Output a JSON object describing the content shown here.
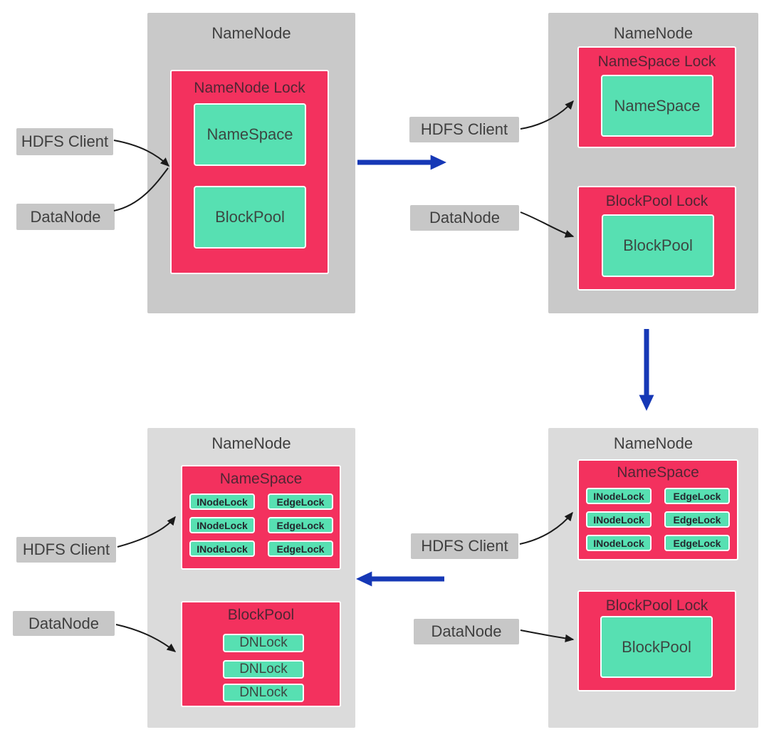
{
  "colors": {
    "page_background": "#ffffff",
    "panel_gray_top": "#c9c9c9",
    "panel_gray_bottom": "#dbdbdb",
    "label_gray": "#c7c7c7",
    "lock_pink": "#f3315e",
    "inner_teal": "#57e0b2",
    "panel_title_text": "#3f3f3f",
    "label_text": "#3f3f3f",
    "pink_title_text": "#512634",
    "teal_text": "#3c4742",
    "small_lock_text": "#23282e",
    "flow_arrow_blue": "#1638b6",
    "connector_black": "#1a1a1a",
    "box_border_white": "#ffffff"
  },
  "stages": [
    {
      "position": "top-left",
      "panel_title": "NameNode",
      "client_label": "HDFS Client",
      "datanode_label": "DataNode",
      "locks": [
        {
          "title": "NameNode Lock",
          "items": [
            "NameSpace",
            "BlockPool"
          ]
        }
      ]
    },
    {
      "position": "top-right",
      "panel_title": "NameNode",
      "client_label": "HDFS Client",
      "datanode_label": "DataNode",
      "locks": [
        {
          "title": "NameSpace Lock",
          "items": [
            "NameSpace"
          ]
        },
        {
          "title": "BlockPool Lock",
          "items": [
            "BlockPool"
          ]
        }
      ]
    },
    {
      "position": "bottom-right",
      "panel_title": "NameNode",
      "client_label": "HDFS Client",
      "datanode_label": "DataNode",
      "locks": [
        {
          "title": "NameSpace",
          "rows": [
            [
              "INodeLock",
              "EdgeLock"
            ],
            [
              "INodeLock",
              "EdgeLock"
            ],
            [
              "INodeLock",
              "EdgeLock"
            ]
          ]
        },
        {
          "title": "BlockPool Lock",
          "items": [
            "BlockPool"
          ]
        }
      ]
    },
    {
      "position": "bottom-left",
      "panel_title": "NameNode",
      "client_label": "HDFS Client",
      "datanode_label": "DataNode",
      "locks": [
        {
          "title": "NameSpace",
          "rows": [
            [
              "INodeLock",
              "EdgeLock"
            ],
            [
              "INodeLock",
              "EdgeLock"
            ],
            [
              "INodeLock",
              "EdgeLock"
            ]
          ]
        },
        {
          "title": "BlockPool",
          "items": [
            "DNLock",
            "DNLock",
            "DNLock"
          ]
        }
      ]
    }
  ],
  "flow_arrows": [
    {
      "from": "top-left",
      "to": "top-right",
      "direction": "right"
    },
    {
      "from": "top-right",
      "to": "bottom-right",
      "direction": "down"
    },
    {
      "from": "bottom-right",
      "to": "bottom-left",
      "direction": "left"
    }
  ]
}
